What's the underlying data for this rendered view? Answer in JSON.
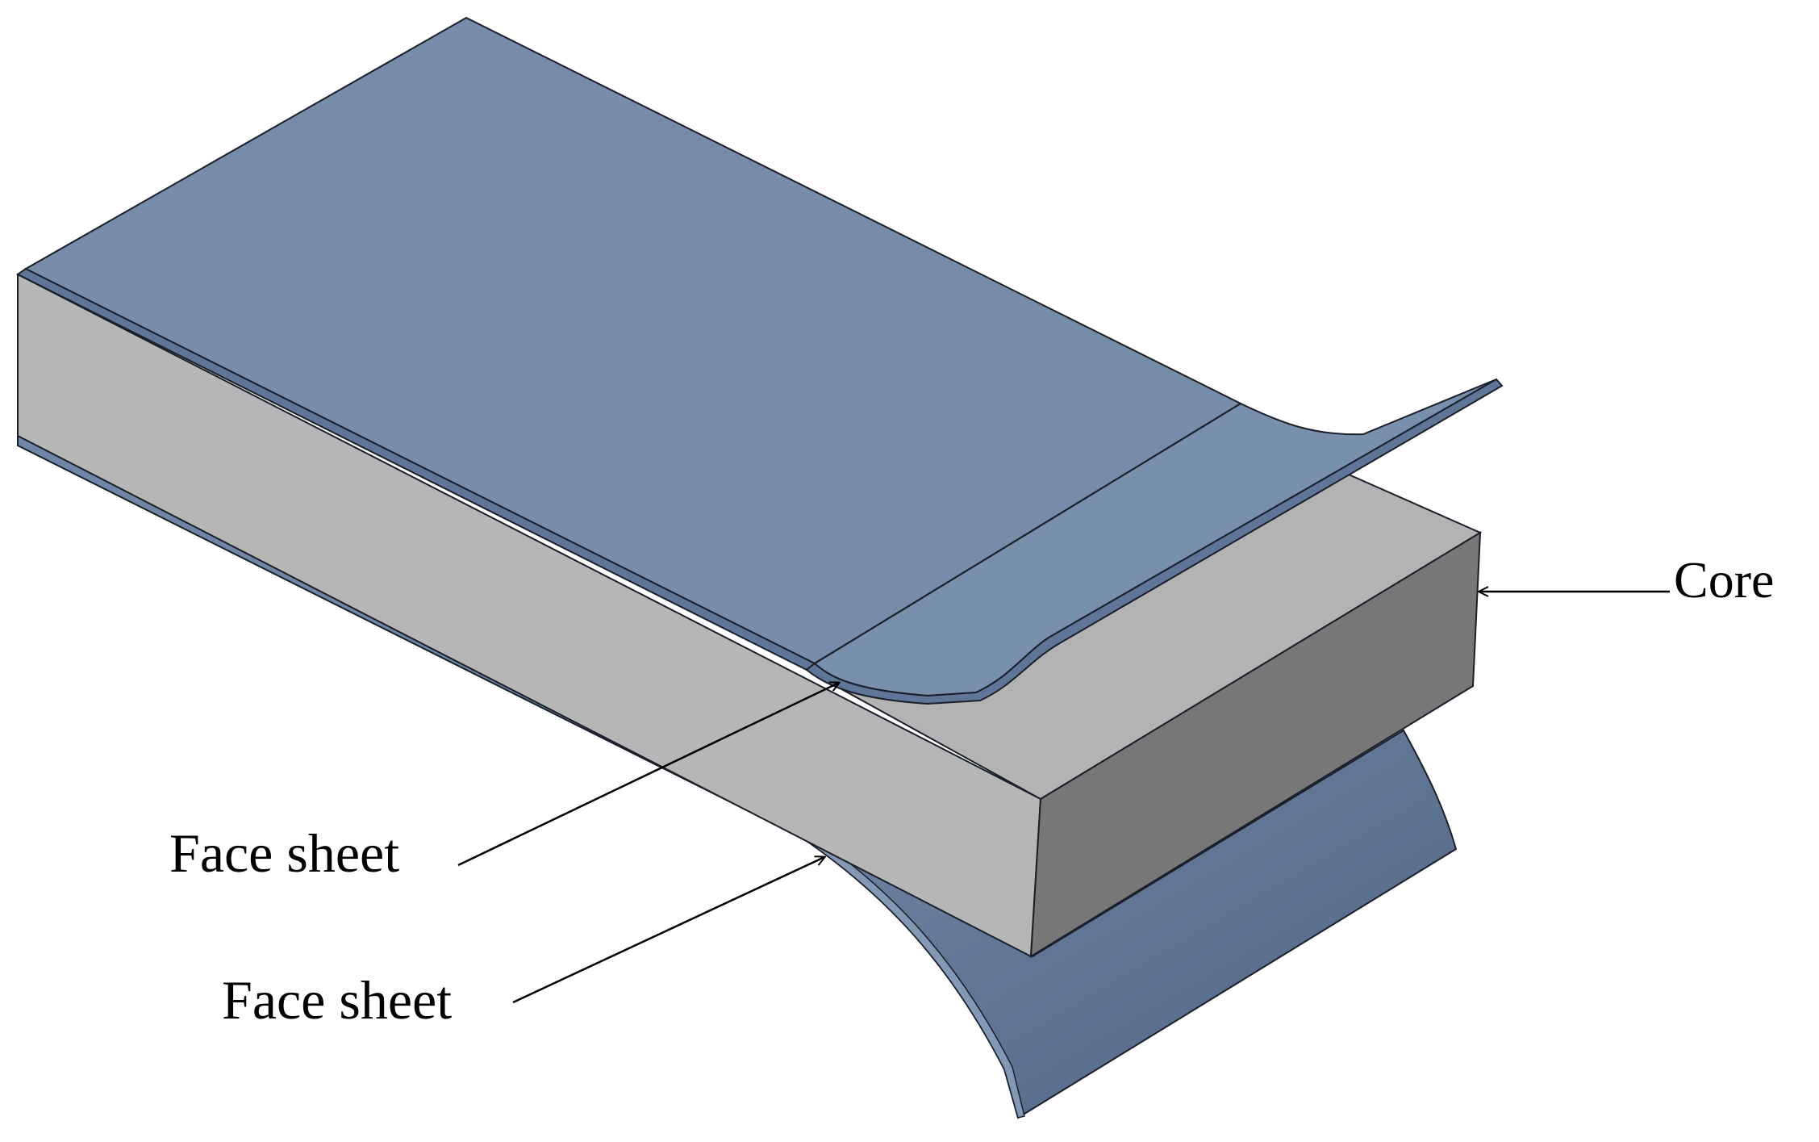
{
  "labels": {
    "core": "Core",
    "face_sheet_top": "Face sheet",
    "face_sheet_bottom": "Face sheet"
  },
  "colors": {
    "face_sheet_top": "#768ca9",
    "face_sheet_edge": "#5f7698",
    "face_sheet_bottom": "#5c7291",
    "core_front": "#b6b6b6",
    "core_side": "#777777",
    "outline": "#1a1f2a",
    "annotation": "#000000"
  }
}
